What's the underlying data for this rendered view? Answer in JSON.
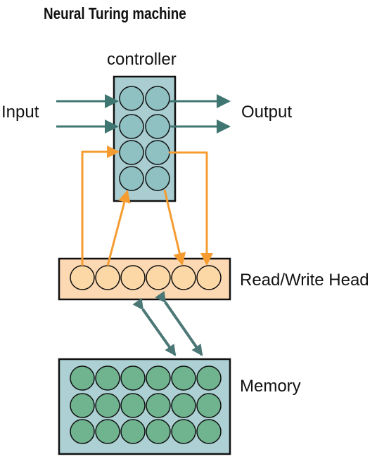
{
  "title": "Neural Turing machine",
  "labels": {
    "controller": "controller",
    "input": "Input",
    "output": "Output",
    "read_write_head": "Read/Write Head",
    "memory": "Memory"
  },
  "colors": {
    "controller_fill": "#a9cdd1",
    "controller_circle": "#8fc0c2",
    "data_arrow": "#3f7672",
    "head_fill": "#fcd9b3",
    "head_circle": "#fbd8a6",
    "control_arrow": "#f59c31",
    "memory_fill": "#acd0d3",
    "memory_circle": "#6fb38f",
    "memory_arrow": "#4b7876",
    "outline": "#111111"
  },
  "structure": {
    "controller_rows": 4,
    "controller_cols": 2,
    "head_cells": 6,
    "memory_rows": 3,
    "memory_cols": 6
  }
}
